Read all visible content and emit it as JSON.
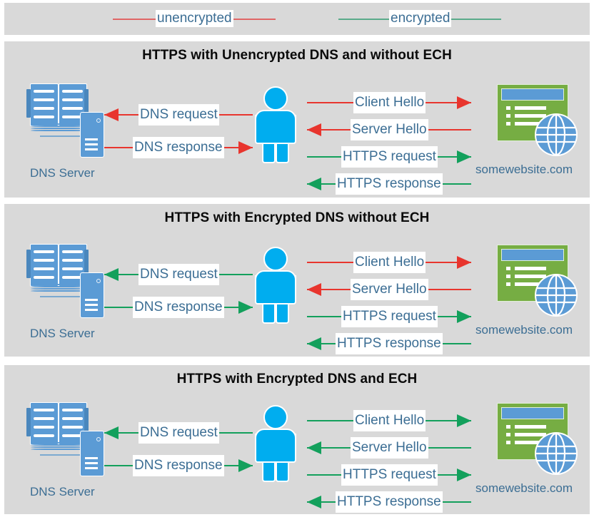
{
  "colors": {
    "panel_background": "#d9d9d9",
    "page_background": "#ffffff",
    "unencrypted": "#e8352e",
    "unencrypted_legend_line": "#e06666",
    "encrypted": "#13a05c",
    "encrypted_legend_line": "#5aab8a",
    "label_text": "#3c6e94",
    "title_text": "#0a0a0a",
    "person": "#00adef",
    "dns_blue": "#5b9bd5",
    "website_green": "#76ad43",
    "browser_bar_blue": "#5b9bd5",
    "globe_blue": "#5b9bd5"
  },
  "legend": {
    "items": [
      {
        "label": "unencrypted",
        "kind": "unencrypted"
      },
      {
        "label": "encrypted",
        "kind": "encrypted"
      }
    ]
  },
  "panels": [
    {
      "title": "HTTPS with Unencrypted DNS and without ECH",
      "dns_server_label": "DNS Server",
      "website_label": "somewebsite.com",
      "dns_flows": [
        {
          "label": "DNS request",
          "direction": "left",
          "kind": "unencrypted"
        },
        {
          "label": "DNS response",
          "direction": "right",
          "kind": "unencrypted"
        }
      ],
      "web_flows": [
        {
          "label": "Client Hello",
          "direction": "right",
          "kind": "unencrypted"
        },
        {
          "label": "Server Hello",
          "direction": "left",
          "kind": "unencrypted"
        },
        {
          "label": "HTTPS request",
          "direction": "right",
          "kind": "encrypted"
        },
        {
          "label": "HTTPS response",
          "direction": "left",
          "kind": "encrypted"
        }
      ]
    },
    {
      "title": "HTTPS with Encrypted DNS without ECH",
      "dns_server_label": "DNS Server",
      "website_label": "somewebsite.com",
      "dns_flows": [
        {
          "label": "DNS request",
          "direction": "left",
          "kind": "encrypted"
        },
        {
          "label": "DNS response",
          "direction": "right",
          "kind": "encrypted"
        }
      ],
      "web_flows": [
        {
          "label": "Client Hello",
          "direction": "right",
          "kind": "unencrypted"
        },
        {
          "label": "Server Hello",
          "direction": "left",
          "kind": "unencrypted"
        },
        {
          "label": "HTTPS request",
          "direction": "right",
          "kind": "encrypted"
        },
        {
          "label": "HTTPS response",
          "direction": "left",
          "kind": "encrypted"
        }
      ]
    },
    {
      "title": "HTTPS with Encrypted DNS and ECH",
      "dns_server_label": "DNS Server",
      "website_label": "somewebsite.com",
      "dns_flows": [
        {
          "label": "DNS request",
          "direction": "left",
          "kind": "encrypted"
        },
        {
          "label": "DNS response",
          "direction": "right",
          "kind": "encrypted"
        }
      ],
      "web_flows": [
        {
          "label": "Client Hello",
          "direction": "right",
          "kind": "encrypted"
        },
        {
          "label": "Server Hello",
          "direction": "left",
          "kind": "encrypted"
        },
        {
          "label": "HTTPS request",
          "direction": "right",
          "kind": "encrypted"
        },
        {
          "label": "HTTPS response",
          "direction": "left",
          "kind": "encrypted"
        }
      ]
    }
  ],
  "icons": {
    "dns_server": "dns-server-icon",
    "client": "person-icon",
    "website": "website-globe-icon"
  }
}
